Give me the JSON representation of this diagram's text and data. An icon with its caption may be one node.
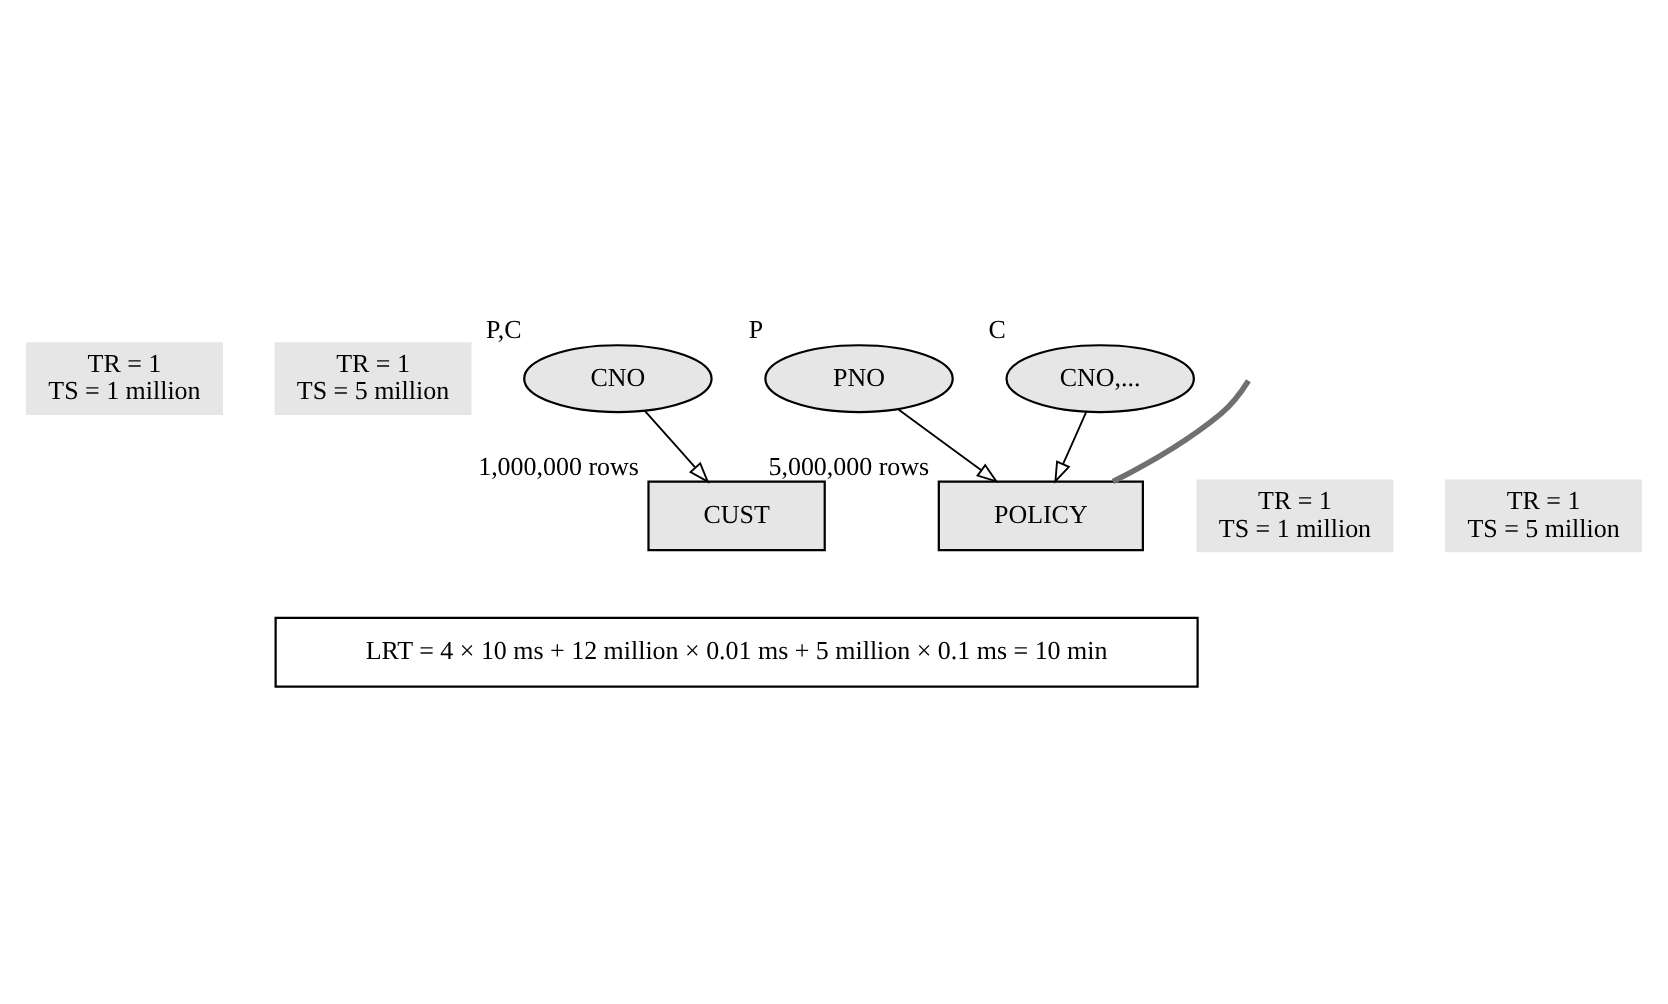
{
  "diagram": {
    "nodes": [
      {
        "text": [
          "TR = 1",
          "TS = 1 million"
        ]
      },
      {
        "text": [
          "TR = 1",
          "TS = 5 million"
        ]
      },
      {
        "text": [
          "CNO"
        ],
        "beside": [
          "P,C"
        ]
      },
      {
        "text": [
          "PNO"
        ],
        "beside": [
          "P"
        ]
      },
      {
        "text": [
          "CNO,..."
        ],
        "beside": [
          "C"
        ]
      },
      {
        "text": [
          "TR = 1",
          "TS = 1 million"
        ]
      },
      {
        "text": [
          "TR = 1",
          "TS = 5 million"
        ]
      },
      {
        "text": [
          "CUST"
        ],
        "beside": [
          "1,000,000 rows"
        ]
      },
      {
        "text": [
          "POLICY"
        ],
        "beside": [
          "5,000,000 rows"
        ]
      },
      {
        "text": [
          "LRT = 4 × 10 ms + 12 million × 0.01 ms + 5 million × 0.1 ms = 10 min"
        ]
      }
    ],
    "edges": [
      {
        "from": 2,
        "to": 7,
        "arrow": "to"
      },
      {
        "from": 3,
        "to": 8,
        "arrow": "to"
      },
      {
        "from": 4,
        "to": 8,
        "arrow": "to"
      },
      {
        "from": null,
        "to": 8,
        "arrow": "none",
        "style": "thick",
        "color": "#707070"
      }
    ]
  }
}
